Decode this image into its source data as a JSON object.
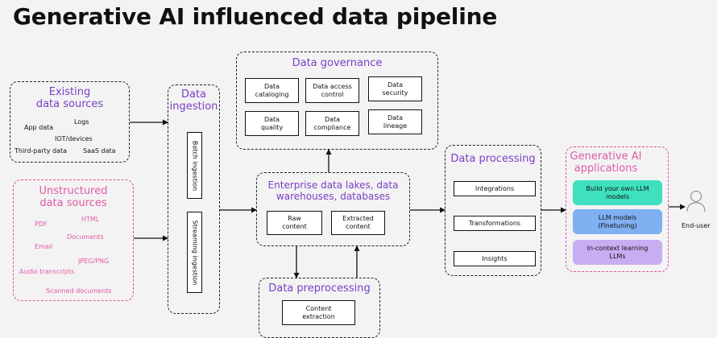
{
  "title": "Generative AI influenced data pipeline",
  "existing": {
    "heading": "Existing\ndata sources",
    "items": [
      "Logs",
      "App data",
      "IOT/devices",
      "Third-party data",
      "SaaS data"
    ]
  },
  "unstructured": {
    "heading": "Unstructured\ndata sources",
    "items": [
      "PDF",
      "HTML",
      "Documents",
      "Email",
      "JPEG/PNG",
      "Audio transcripts",
      "Scanned documents"
    ]
  },
  "ingestion": {
    "heading": "Data\ningestion",
    "batch": "Batch ingestion",
    "streaming": "Streaming ingestion"
  },
  "governance": {
    "heading": "Data governance",
    "items": [
      "Data\ncataloging",
      "Data access\ncontrol",
      "Data\nsecurity",
      "Data\nquality",
      "Data\ncompliance",
      "Data\nlineage"
    ]
  },
  "lakes": {
    "heading": "Enterprise data lakes, data\nwarehouses, databases",
    "raw": "Raw\ncontent",
    "extracted": "Extracted\ncontent"
  },
  "preprocessing": {
    "heading": "Data preprocessing",
    "item": "Content\nextraction"
  },
  "processing": {
    "heading": "Data processing",
    "items": [
      "Integrations",
      "Transformations",
      "Insights"
    ]
  },
  "genai": {
    "heading": "Generative AI\napplications",
    "items": [
      "Build your own LLM\nmodels",
      "LLM models\n(Finetuning)",
      "In-context learning\nLLMs"
    ],
    "colors": [
      "#3ee0bd",
      "#7fb0f2",
      "#c8adf2"
    ]
  },
  "enduser": {
    "label": "End-user"
  }
}
